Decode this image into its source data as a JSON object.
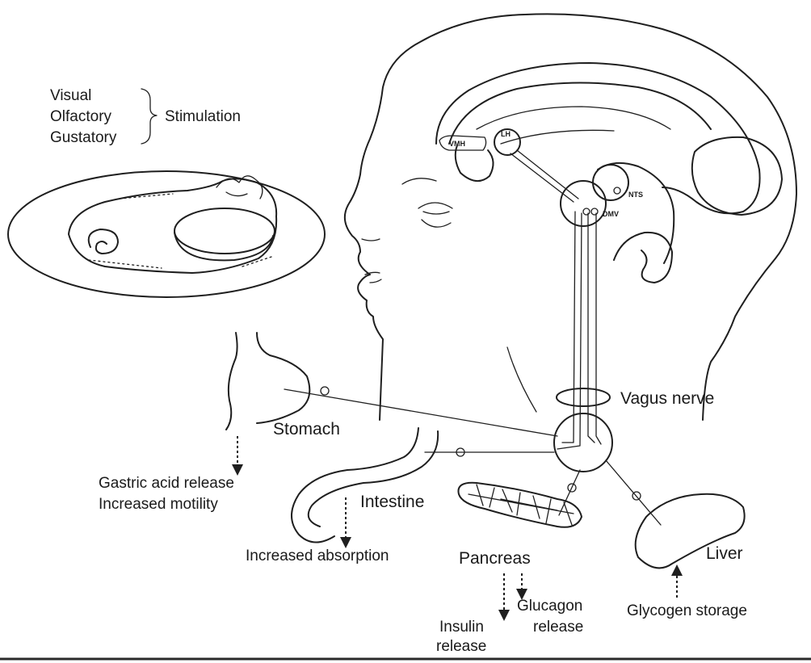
{
  "senses": [
    "Visual",
    "Olfactory",
    "Gustatory"
  ],
  "stimulation": "Stimulation",
  "brain_nuclei": {
    "vmh": "VMH",
    "lh": "LH",
    "nts": "NTS",
    "dmv": "DMV"
  },
  "vagus": "Vagus nerve",
  "organs": {
    "stomach": "Stomach",
    "intestine": "Intestine",
    "pancreas": "Pancreas",
    "liver": "Liver"
  },
  "effects": {
    "stomach_1": "Gastric acid release",
    "stomach_2": "Increased motility",
    "intestine": "Increased absorption",
    "insulin_1": "Insulin",
    "insulin_2": "release",
    "glucagon_1": "Glucagon",
    "glucagon_2": "release",
    "liver": "Glycogen storage"
  }
}
